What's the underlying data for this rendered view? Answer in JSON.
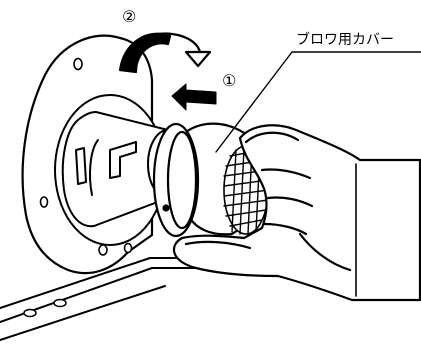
{
  "labels": {
    "part_name": "ブロワ用カバー",
    "step_1": "①",
    "step_2": "②"
  },
  "colors": {
    "ink": "#000000",
    "paper": "#ffffff"
  }
}
